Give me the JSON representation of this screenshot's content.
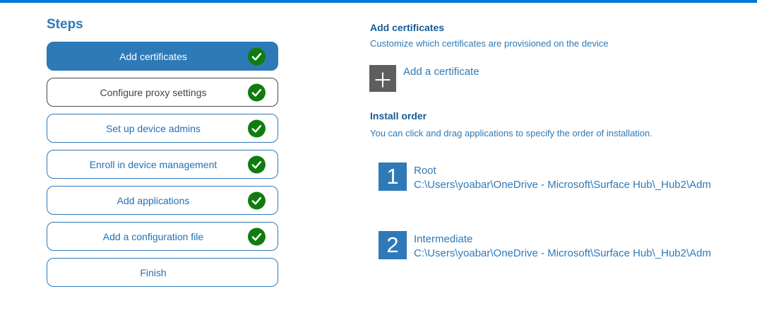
{
  "colors": {
    "topbar_blue": "#0078d7",
    "primary_blue": "#2e79b8",
    "heading_blue": "#175a96",
    "success_green": "#107c10",
    "square_gray": "#5e5e5e",
    "inactive_gray": "#4a4a4a"
  },
  "steps_panel": {
    "title": "Steps",
    "steps": [
      {
        "label": "Add certificates",
        "completed": true,
        "selected": true
      },
      {
        "label": "Configure proxy settings",
        "completed": true,
        "selected": false
      },
      {
        "label": "Set up device admins",
        "completed": true,
        "selected": false
      },
      {
        "label": "Enroll in device management",
        "completed": true,
        "selected": false
      },
      {
        "label": "Add applications",
        "completed": true,
        "selected": false
      },
      {
        "label": "Add a configuration file",
        "completed": true,
        "selected": false
      },
      {
        "label": "Finish",
        "completed": false,
        "selected": false
      }
    ]
  },
  "content": {
    "heading": "Add certificates",
    "description": "Customize which certificates are provisioned on the device",
    "add_certificate": {
      "icon": "plus-icon",
      "label": "Add a certificate"
    },
    "install_order": {
      "heading": "Install order",
      "description": "You can click and drag applications to specify the order of installation.",
      "items": [
        {
          "order": "1",
          "name": "Root",
          "path": "C:\\Users\\yoabar\\OneDrive - Microsoft\\Surface Hub\\_Hub2\\Adm"
        },
        {
          "order": "2",
          "name": "Intermediate",
          "path": "C:\\Users\\yoabar\\OneDrive - Microsoft\\Surface Hub\\_Hub2\\Adm"
        }
      ]
    }
  }
}
